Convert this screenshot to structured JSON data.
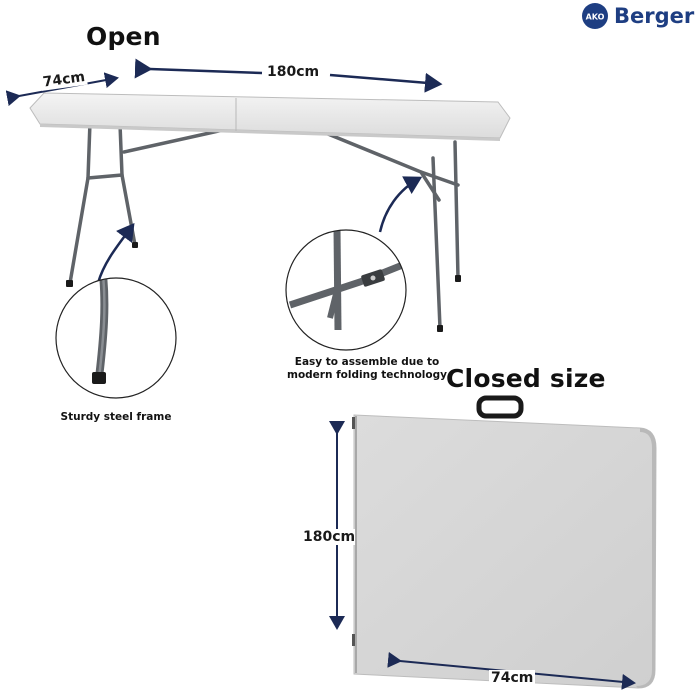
{
  "brand": {
    "name": "Berger",
    "logo_text": "AKO",
    "color": "#1e3e82"
  },
  "open_section": {
    "title": "Open",
    "depth_label": "74cm",
    "length_label": "180cm",
    "callout_frame": "Sturdy steel frame",
    "callout_folding_line1": "Easy to assemble due to",
    "callout_folding_line2": "modern folding technology"
  },
  "closed_section": {
    "title": "Closed size",
    "height_label": "180cm",
    "width_label": "74cm"
  },
  "colors": {
    "arrow": "#1c2a55",
    "tabletop": "#ececec",
    "frame": "#5f6368",
    "foot": "#1a1a1a"
  }
}
